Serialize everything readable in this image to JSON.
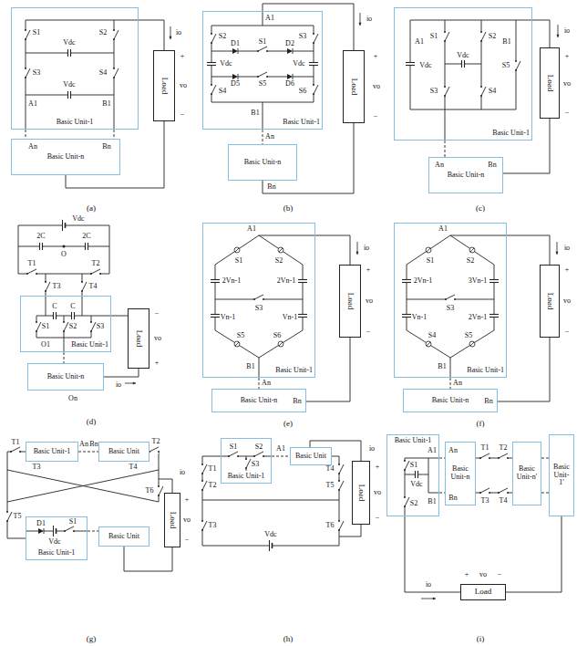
{
  "diagram": {
    "nodes": [
      {
        "text": [
          "Basic Unit-1"
        ]
      },
      {
        "text": [
          "Basic Unit-n"
        ]
      },
      {
        "text": [
          "Load"
        ]
      },
      {
        "text": [
          "Basic Unit-1"
        ]
      },
      {
        "text": [
          "Basic Unit-n"
        ]
      },
      {
        "text": [
          "Load"
        ]
      },
      {
        "text": [
          "Basic Unit-1"
        ]
      },
      {
        "text": [
          "Basic Unit-n"
        ]
      },
      {
        "text": [
          "Load"
        ]
      },
      {
        "text": [
          "Basic Unit-1"
        ]
      },
      {
        "text": [
          "Basic Unit-n"
        ]
      },
      {
        "text": [
          "Load"
        ]
      },
      {
        "text": [
          "Basic Unit-1"
        ]
      },
      {
        "text": [
          "Basic Unit-n"
        ]
      },
      {
        "text": [
          "Load"
        ]
      },
      {
        "text": [
          "Basic Unit-1"
        ]
      },
      {
        "text": [
          "Basic Unit-n"
        ]
      },
      {
        "text": [
          "Load"
        ]
      },
      {
        "text": [
          "Basic Unit-1"
        ]
      },
      {
        "text": [
          "Basic Unit"
        ]
      },
      {
        "text": [
          "Basic Unit-1"
        ]
      },
      {
        "text": [
          "Basic Unit"
        ]
      },
      {
        "text": [
          "Load"
        ]
      },
      {
        "text": [
          "Basic Unit-1"
        ]
      },
      {
        "text": [
          "Basic Unit"
        ]
      },
      {
        "text": [
          "Load"
        ]
      },
      {
        "text": [
          "Basic Unit-1"
        ]
      },
      {
        "text": [
          "Basic Unit-n"
        ]
      },
      {
        "text": [
          "Basic Unit-n'"
        ]
      },
      {
        "text": [
          "Basic Unit-1'"
        ]
      },
      {
        "text": [
          "Load"
        ]
      }
    ],
    "edges": [
      {
        "from": 0,
        "to": 2,
        "arrow": "none"
      },
      {
        "from": 0,
        "to": 1,
        "arrow": "none"
      },
      {
        "from": 0,
        "to": 1,
        "arrow": "none"
      },
      {
        "from": 1,
        "to": 2,
        "arrow": "none"
      },
      {
        "from": 3,
        "to": 5,
        "arrow": "none"
      },
      {
        "from": 3,
        "to": 4,
        "arrow": "none"
      },
      {
        "from": 4,
        "to": 5,
        "arrow": "none"
      },
      {
        "from": 6,
        "to": 8,
        "arrow": "none"
      },
      {
        "from": 6,
        "to": 7,
        "arrow": "none"
      },
      {
        "from": 7,
        "to": 8,
        "arrow": "none"
      },
      {
        "from": 9,
        "to": 11,
        "arrow": "none"
      },
      {
        "from": 9,
        "to": 10,
        "arrow": "none"
      },
      {
        "from": 10,
        "to": 11,
        "arrow": "none"
      },
      {
        "from": 12,
        "to": 14,
        "arrow": "none"
      },
      {
        "from": 12,
        "to": 13,
        "arrow": "none"
      },
      {
        "from": 13,
        "to": 14,
        "arrow": "none"
      },
      {
        "from": 15,
        "to": 17,
        "arrow": "none"
      },
      {
        "from": 15,
        "to": 16,
        "arrow": "none"
      },
      {
        "from": 16,
        "to": 17,
        "arrow": "none"
      },
      {
        "from": 18,
        "to": 19,
        "arrow": "none"
      },
      {
        "from": 20,
        "to": 21,
        "arrow": "none"
      },
      {
        "from": 21,
        "to": 22,
        "arrow": "none"
      },
      {
        "from": 23,
        "to": 24,
        "arrow": "none"
      },
      {
        "from": 24,
        "to": 25,
        "arrow": "none"
      },
      {
        "from": 26,
        "to": 27,
        "arrow": "none"
      },
      {
        "from": 26,
        "to": 27,
        "arrow": "none"
      },
      {
        "from": 27,
        "to": 28,
        "arrow": "none"
      },
      {
        "from": 27,
        "to": 28,
        "arrow": "none"
      },
      {
        "from": 28,
        "to": 29,
        "arrow": "none"
      },
      {
        "from": 28,
        "to": 29,
        "arrow": "none"
      },
      {
        "from": 26,
        "to": 30,
        "arrow": "none"
      },
      {
        "from": 29,
        "to": 30,
        "arrow": "none"
      }
    ],
    "labels": [
      "S1",
      "S2",
      "Vdc",
      "S3",
      "S4",
      "Vdc",
      "A1",
      "B1",
      "An",
      "Bn",
      "io",
      "+",
      "vo",
      "−",
      "(a)",
      "A1",
      "S2",
      "D1",
      "S1",
      "D2",
      "S3",
      "Vdc",
      "Vdc",
      "S4",
      "D5",
      "S5",
      "D6",
      "S6",
      "B1",
      "An",
      "Bn",
      "io",
      "+",
      "vo",
      "−",
      "(b)",
      "A1",
      "S1",
      "S2",
      "Vdc",
      "Vdc",
      "B1",
      "S5",
      "S3",
      "S4",
      "An",
      "Bn",
      "io",
      "+",
      "vo",
      "−",
      "(c)",
      "Vdc",
      "2C",
      "O",
      "2C",
      "T1",
      "T2",
      "T3",
      "T4",
      "C",
      "C",
      "S1",
      "S2",
      "S3",
      "O1",
      "On",
      "−",
      "vo",
      "+",
      "io",
      "(d)",
      "A1",
      "S1",
      "S2",
      "2Vn-1",
      "2Vn-1",
      "S3",
      "Vn-1",
      "Vn-1",
      "S5",
      "S6",
      "B1",
      "An",
      "Bn",
      "io",
      "+",
      "vo",
      "−",
      "(e)",
      "A1",
      "S1",
      "S2",
      "2Vn-1",
      "3Vn-1",
      "S3",
      "Vn-1",
      "2Vn-1",
      "S4",
      "S5",
      "B1",
      "An",
      "Bn",
      "io",
      "+",
      "vo",
      "−",
      "(f)",
      "T1",
      "An",
      "Bn",
      "T2",
      "T3",
      "T4",
      "D1",
      "Vdc",
      "S1",
      "T5",
      "T6",
      "io",
      "+",
      "vo",
      "−",
      "(g)",
      "T1",
      "S1",
      "S2",
      "S3",
      "A1",
      "T2",
      "T3",
      "T4",
      "T5",
      "T6",
      "Vdc",
      "io",
      "+",
      "vo",
      "−",
      "(h)",
      "S1",
      "A1",
      "Vdc",
      "S2",
      "B1",
      "An",
      "Bn",
      "T1",
      "T2",
      "T3",
      "T4",
      "io",
      "+",
      "vo",
      "−",
      "(i)"
    ]
  }
}
